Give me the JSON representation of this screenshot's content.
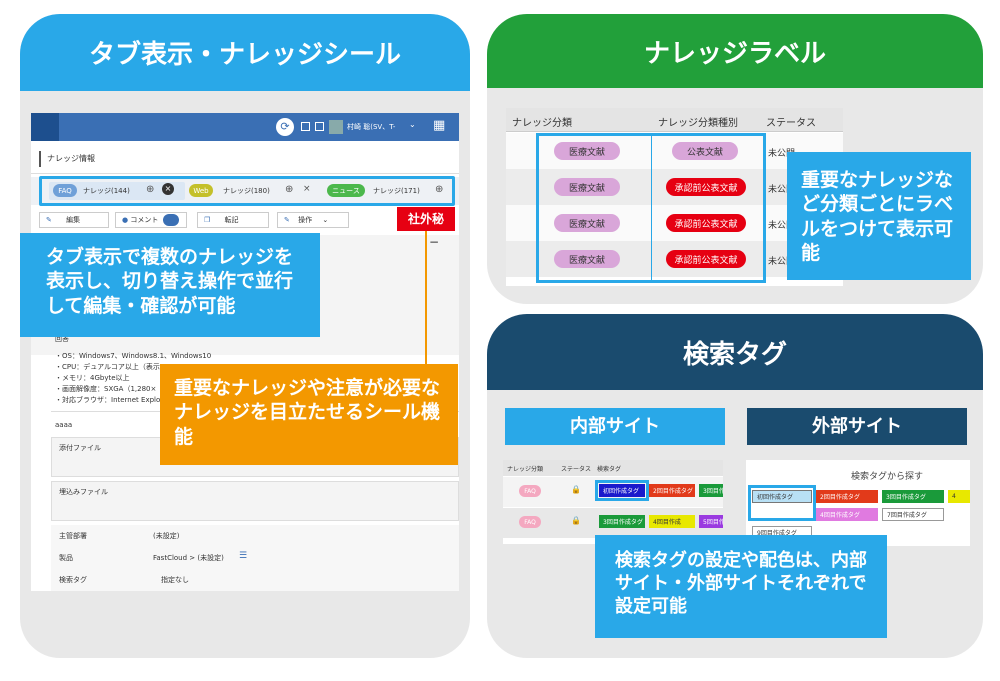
{
  "left_panel": {
    "title": "タブ表示・ナレッジシール",
    "app": {
      "user": "村崎 聡(SV、T-",
      "section": "ナレッジ情報",
      "tabs": [
        {
          "badge": "FAQ",
          "label": "ナレッジ(144)"
        },
        {
          "badge": "Web",
          "label": "ナレッジ(180)"
        },
        {
          "badge": "ニュース",
          "label": "ナレッジ(171)"
        }
      ],
      "toolbar": {
        "edit": "編集",
        "comment": "コメント",
        "transcribe": "転記",
        "operation": "操作"
      },
      "seal": "社外秘",
      "content_label": "回答",
      "spec_lines": [
        "・OS：Windows7、Windows8.1、Windows10",
        "・CPU：デュアルコア以上（表示",
        "・メモリ：4Gbyte以上",
        "・画面解像度：SXGA（1,280×",
        "・対応ブラウザ：Internet Explo"
      ],
      "field_aaaa": "aaaa",
      "attachments_label": "添付ファイル",
      "embedded_label": "埋込みファイル",
      "dept_label": "主管部署",
      "dept_value": "(未設定)",
      "product_label": "製品",
      "product_value": "FastCloud > (未設定)",
      "tags_label": "検索タグ",
      "tags_value": "指定なし"
    },
    "callout_tabs": "タブ表示で複数のナレッジを表示し、切り替え操作で並行して編集・確認が可能",
    "callout_seal": "重要なナレッジや注意が必要なナレッジを目立たせるシール機能"
  },
  "right_top_panel": {
    "title": "ナレッジラベル",
    "table": {
      "headers": [
        "ナレッジ分類",
        "ナレッジ分類種別",
        "ステータス"
      ],
      "rows": [
        {
          "category": "医療文献",
          "kind": "公表文献",
          "status": "未公開"
        },
        {
          "category": "医療文献",
          "kind": "承認前公表文献",
          "status": "未公開"
        },
        {
          "category": "医療文献",
          "kind": "承認前公表文献",
          "status": "未公開"
        },
        {
          "category": "医療文献",
          "kind": "承認前公表文献",
          "status": "未公開"
        }
      ]
    },
    "callout": "重要なナレッジなど分類ごとにラベルをつけて表示可能"
  },
  "right_bottom_panel": {
    "title": "検索タグ",
    "internal_label": "内部サイト",
    "external_label": "外部サイト",
    "internal": {
      "headers": [
        "ナレッジ分類",
        "ステータス",
        "検索タグ"
      ],
      "rows": [
        {
          "badge": "FAQ",
          "tags": [
            "初回作成タグ",
            "2回目作成タグ",
            "3回目作"
          ]
        },
        {
          "badge": "FAQ",
          "tags": [
            "3回目作成タグ",
            "4回目作成",
            "5回目作"
          ]
        }
      ]
    },
    "external": {
      "heading": "検索タグから探す",
      "tags_row1": [
        "初回作成タグ",
        "2回目作成タグ",
        "3回目作成タグ",
        "4"
      ],
      "tags_row2": [
        "4回目作成タグ",
        "7回目作成タグ"
      ],
      "tags_row3": [
        "9回目作成タグ"
      ]
    },
    "callout": "検索タグの設定や配色は、内部サイト・外部サイトそれぞれで設定可能"
  },
  "colors": {
    "left_header": "#29a8e8",
    "top_header": "#22a03a",
    "bottom_header": "#1a4b6e",
    "callout_blue": "#29a8e8",
    "callout_orange": "#f39800",
    "seal_red": "#e60012"
  }
}
